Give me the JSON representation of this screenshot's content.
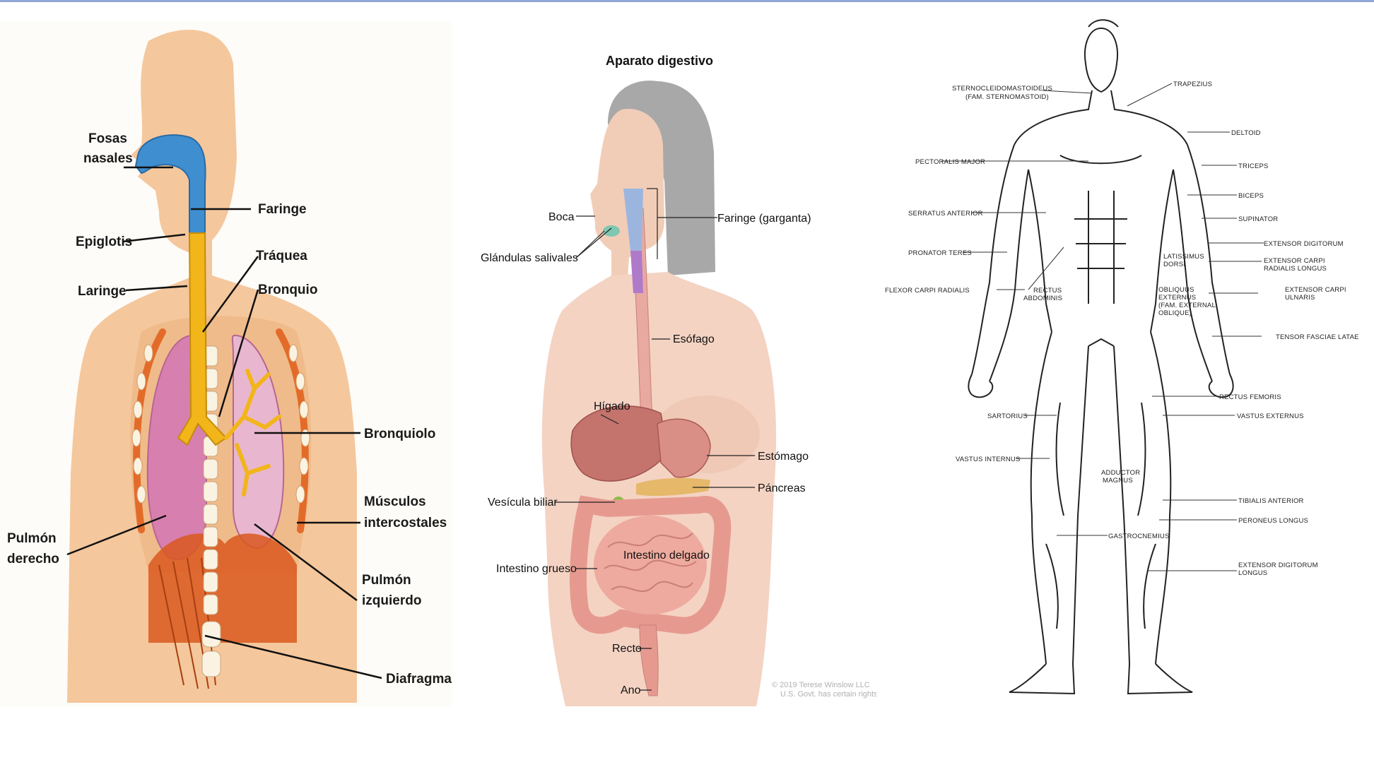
{
  "respiratory": {
    "labels": {
      "fosas_1": "Fosas",
      "fosas_2": "nasales",
      "faringe": "Faringe",
      "epiglotis": "Epiglotis",
      "traquea": "Tráquea",
      "laringe": "Laringe",
      "bronquio": "Bronquio",
      "bronquiolo": "Bronquiolo",
      "musculos_1": "Músculos",
      "musculos_2": "intercostales",
      "pulmon_der_1": "Pulmón",
      "pulmon_der_2": "derecho",
      "pulmon_izq_1": "Pulmón",
      "pulmon_izq_2": "izquierdo",
      "diafragma": "Diafragma"
    },
    "colors": {
      "skin": "#f5c79c",
      "airway": "#3f8fd0",
      "trachea": "#f2b51a",
      "lung": "#d77fae",
      "muscle": "#e36b2a"
    }
  },
  "digestive": {
    "title": "Aparato digestivo",
    "labels": {
      "boca": "Boca",
      "glandulas": "Glándulas salivales",
      "faringe": "Faringe (garganta)",
      "esofago": "Esófago",
      "higado": "Hígado",
      "estomago": "Estómago",
      "pancreas": "Páncreas",
      "vesicula": "Vesícula biliar",
      "intestino_delgado": "Intestino delgado",
      "intestino_grueso": "Intestino grueso",
      "recto": "Recto",
      "ano": "Ano"
    },
    "credit_1": "© 2019 Terese Winslow LLC",
    "credit_2": "U.S. Govt. has certain rights"
  },
  "muscular": {
    "labels": {
      "scm_1": "STERNOCLEIDOMASTOIDEUS",
      "scm_2": "(FAM. STERNOMASTOID)",
      "trapezius": "TRAPEZIUS",
      "deltoid": "DELTOID",
      "pectoralis": "PECTORALIS MAJOR",
      "triceps": "TRICEPS",
      "biceps": "BICEPS",
      "serratus": "SERRATUS ANTERIOR",
      "supinator": "SUPINATOR",
      "ext_digitorum": "EXTENSOR DIGITORUM",
      "pronator": "PRONATOR TERES",
      "latissimus_1": "LATISSIMUS",
      "latissimus_2": "DORSI",
      "ext_carpi_rad_1": "EXTENSOR CARPI",
      "ext_carpi_rad_2": "RADIALIS LONGUS",
      "flexor": "FLEXOR CARPI RADIALIS",
      "rectus_abd_1": "RECTUS",
      "rectus_abd_2": "ABDOMINIS",
      "obliquus_1": "OBLIQUUS",
      "obliquus_2": "EXTERNUS",
      "obliquus_3": "(FAM. EXTERNAL",
      "obliquus_4": "OBLIQUE)",
      "ext_carpi_uln_1": "EXTENSOR CARPI",
      "ext_carpi_uln_2": "ULNARIS",
      "tensor": "TENSOR FASCIAE LATAE",
      "rectus_fem": "RECTUS FEMORIS",
      "sartorius": "SARTORIUS",
      "vastus_ext": "VASTUS EXTERNUS",
      "vastus_int": "VASTUS INTERNUS",
      "adductor_1": "ADDUCTOR",
      "adductor_2": "MAGNUS",
      "tibialis": "TIBIALIS ANTERIOR",
      "peroneus": "PERONEUS LONGUS",
      "gastrocnemius": "GASTROCNEMIUS",
      "ext_dig_longus_1": "EXTENSOR DIGITORUM",
      "ext_dig_longus_2": "LONGUS"
    }
  }
}
